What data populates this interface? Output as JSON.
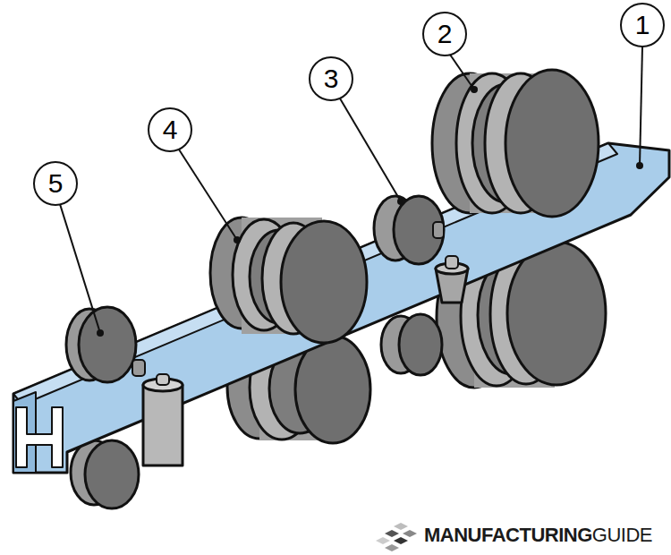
{
  "diagram": {
    "labels": [
      "1",
      "2",
      "3",
      "4",
      "5",
      "MANUFACTURING",
      "GUIDE"
    ]
  }
}
